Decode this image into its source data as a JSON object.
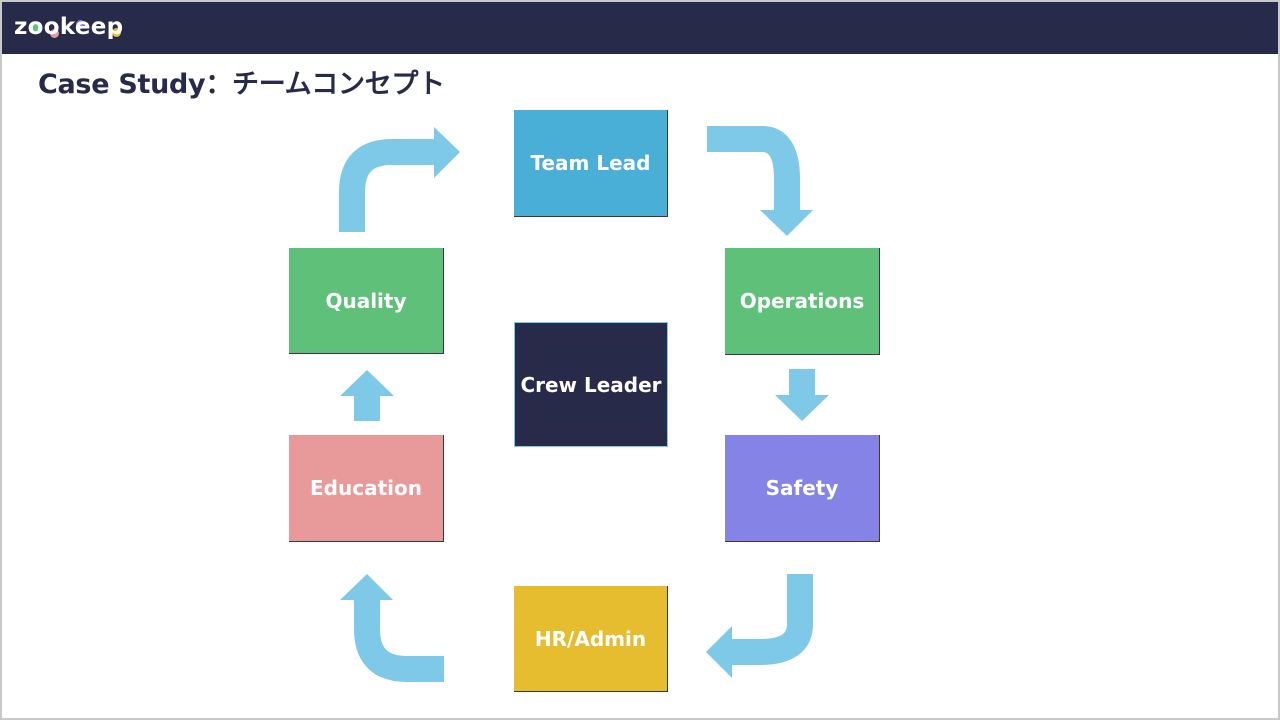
{
  "header": {
    "logo_text": "zookeep",
    "logo_dot_colors": [
      "#5cc47a",
      "#e39aa0",
      "#8581e6",
      "#e6be2e"
    ]
  },
  "title": "Case Study：チームコンセプト",
  "diagram": {
    "center": {
      "label": "Crew Leader",
      "color": "#272a48"
    },
    "nodes": [
      {
        "id": "team-lead",
        "label": "Team Lead",
        "color": "#4aafd6"
      },
      {
        "id": "operations",
        "label": "Operations",
        "color": "#5fc07a"
      },
      {
        "id": "safety",
        "label": "Safety",
        "color": "#8583e6"
      },
      {
        "id": "hr-admin",
        "label": "HR/Admin",
        "color": "#e6bd2e"
      },
      {
        "id": "education",
        "label": "Education",
        "color": "#e89a9a"
      },
      {
        "id": "quality",
        "label": "Quality",
        "color": "#5fc07a"
      }
    ],
    "arrow_color": "#7ec8e8"
  }
}
